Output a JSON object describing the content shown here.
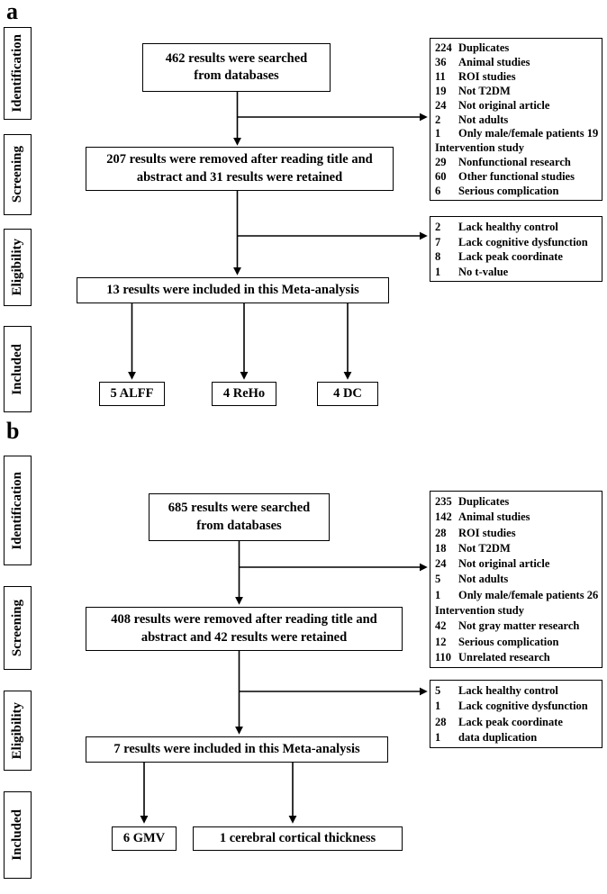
{
  "colors": {
    "background": "#ffffff",
    "line": "#000000",
    "text": "#000000"
  },
  "panel_a": {
    "label": "a",
    "stages": [
      "Identification",
      "Screening",
      "Eligibility",
      "Included"
    ],
    "searched_box": "462 results were searched\nfrom databases",
    "screened_box": "207 results were removed after reading title and\nabstract and 31 results were retained",
    "included_box": "13 results were included in this Meta-analysis",
    "results": [
      "5 ALFF",
      "4 ReHo",
      "4 DC"
    ],
    "excluded_after_screening": {
      "lines": [
        "224\tDuplicates",
        "36\tAnimal studies",
        "11\tROI studies",
        "19\tNot T2DM",
        "24\tNot original article",
        "2\tNot adults",
        "1\tOnly male/female patients 19",
        "Intervention study",
        "29\tNonfunctional research",
        "60\tOther functional studies",
        "6\tSerious complication"
      ]
    },
    "excluded_at_eligibility": {
      "lines": [
        "2\tLack healthy control",
        "7\tLack cognitive dysfunction",
        "8\tLack peak coordinate",
        "1\tNo t-value"
      ]
    }
  },
  "panel_b": {
    "label": "b",
    "stages": [
      "Identification",
      "Screening",
      "Eligibility",
      "Included"
    ],
    "searched_box": "685 results were searched\nfrom databases",
    "screened_box": "408 results were removed after reading title and\nabstract and 42 results were retained",
    "included_box": "7 results were included in this Meta-analysis",
    "results": [
      "6 GMV",
      "1 cerebral cortical thickness"
    ],
    "excluded_after_screening": {
      "lines": [
        "235\tDuplicates",
        "142\tAnimal studies",
        "28\tROI studies",
        "18\tNot T2DM",
        "24\tNot original article",
        "5\tNot adults",
        "1\tOnly male/female patients 26",
        "Intervention study",
        "42\tNot gray matter research",
        "12\tSerious complication",
        "110\tUnrelated research"
      ]
    },
    "excluded_at_eligibility": {
      "lines": [
        "5\tLack healthy control",
        "1\tLack cognitive dysfunction",
        "28\tLack peak coordinate",
        "1\tdata duplication"
      ]
    }
  }
}
